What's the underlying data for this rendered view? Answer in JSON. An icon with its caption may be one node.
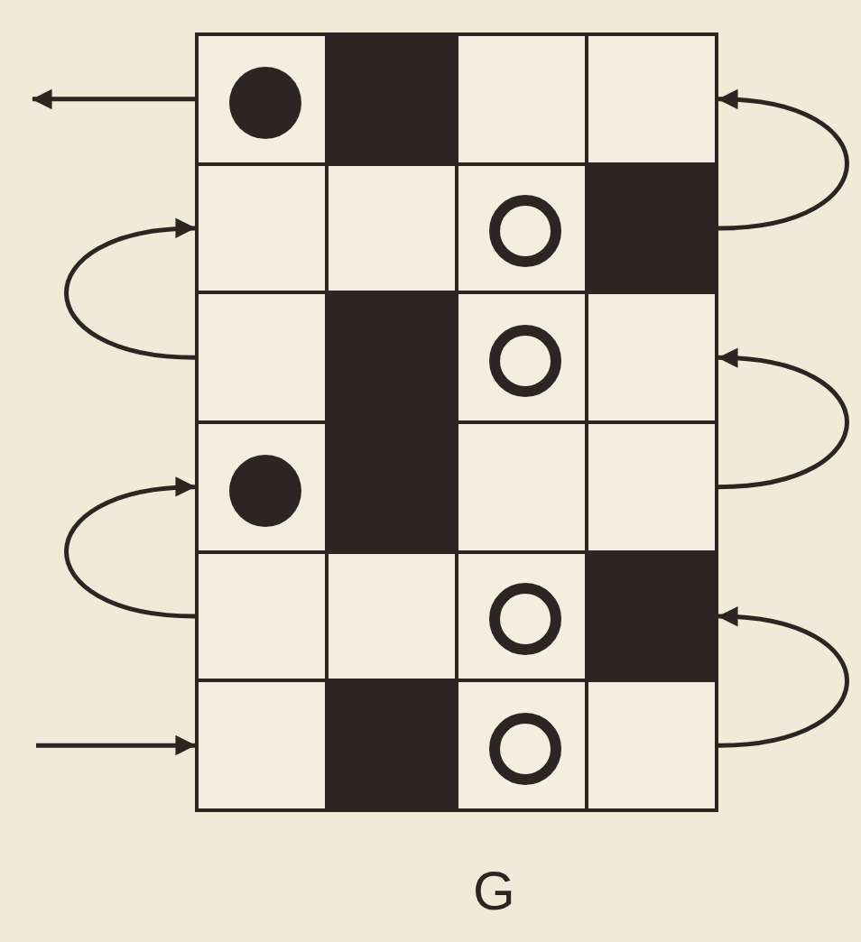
{
  "diagram": {
    "nodes": [
      {
        "text": [],
        "shape": "box"
      },
      {
        "text": [],
        "shape": "dot",
        "in": 0
      },
      {
        "text": [],
        "shape": "block"
      },
      {
        "text": [],
        "shape": "box"
      },
      {
        "text": [],
        "shape": "box"
      },
      {
        "text": [],
        "shape": "box"
      },
      {
        "text": [],
        "shape": "box"
      },
      {
        "text": [],
        "shape": "box"
      },
      {
        "text": [],
        "shape": "ring",
        "in": 7
      },
      {
        "text": [],
        "shape": "block"
      },
      {
        "text": [],
        "shape": "box"
      },
      {
        "text": [],
        "shape": "block"
      },
      {
        "text": [],
        "shape": "box"
      },
      {
        "text": [],
        "shape": "ring",
        "in": 12
      },
      {
        "text": [],
        "shape": "box"
      },
      {
        "text": [],
        "shape": "box"
      },
      {
        "text": [],
        "shape": "dot",
        "in": 15
      },
      {
        "text": [],
        "shape": "block"
      },
      {
        "text": [],
        "shape": "box"
      },
      {
        "text": [],
        "shape": "box"
      },
      {
        "text": [],
        "shape": "box"
      },
      {
        "text": [],
        "shape": "box"
      },
      {
        "text": [],
        "shape": "box"
      },
      {
        "text": [],
        "shape": "ring",
        "in": 22
      },
      {
        "text": [],
        "shape": "block"
      },
      {
        "text": [],
        "shape": "box"
      },
      {
        "text": [],
        "shape": "block"
      },
      {
        "text": [],
        "shape": "box"
      },
      {
        "text": [],
        "shape": "ring",
        "in": 27
      },
      {
        "text": [],
        "shape": "box"
      }
    ],
    "edges": [
      {
        "from": null,
        "to": 25,
        "arrow": "to"
      },
      {
        "from": 29,
        "to": 24,
        "arrow": "to"
      },
      {
        "from": 20,
        "to": 15,
        "arrow": "to"
      },
      {
        "from": 19,
        "to": 14,
        "arrow": "to"
      },
      {
        "from": 10,
        "to": 5,
        "arrow": "to"
      },
      {
        "from": 9,
        "to": 4,
        "arrow": "to"
      },
      {
        "from": 0,
        "to": null,
        "arrow": "to"
      }
    ],
    "labels": [
      "G"
    ]
  }
}
